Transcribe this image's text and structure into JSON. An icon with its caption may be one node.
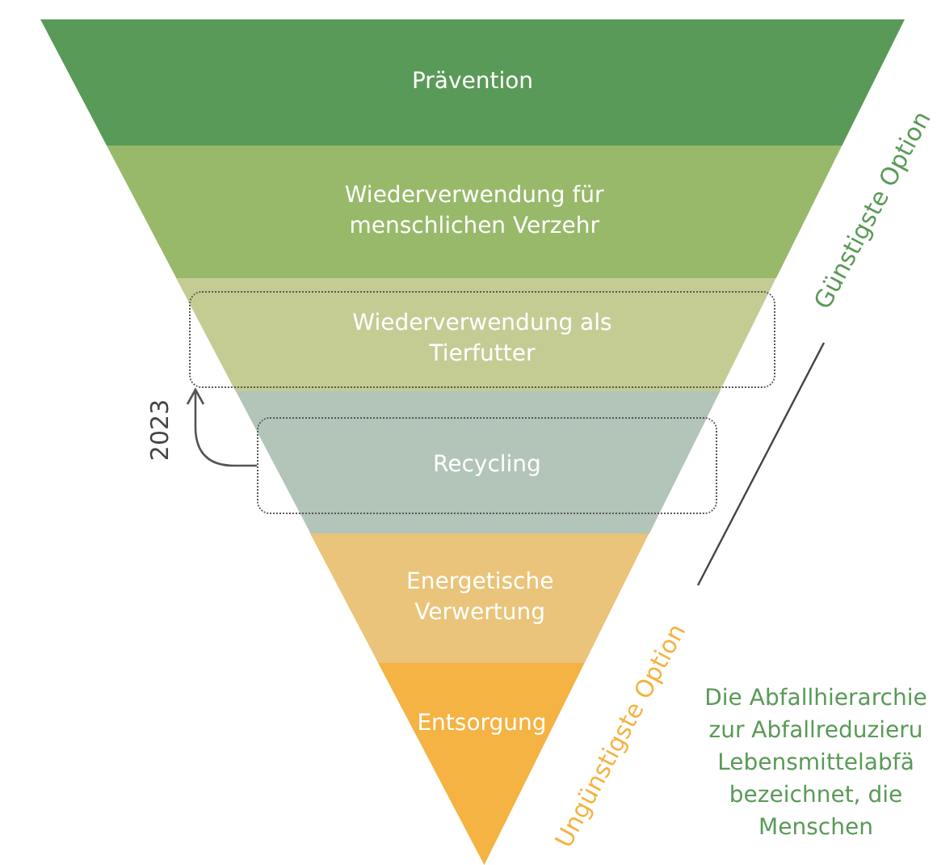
{
  "diagram": {
    "nodes": [
      {
        "text": [
          "Prävention"
        ]
      },
      {
        "text": [
          "Wiederverwendung für menschlichen Verzehr"
        ]
      },
      {
        "text": [],
        "shape": "bar"
      },
      {
        "text": [
          "Wiederverwendung als Tierfutter"
        ],
        "in": 2
      },
      {
        "text": [],
        "shape": "bar"
      },
      {
        "text": [
          "Recycling"
        ],
        "in": 4
      },
      {
        "text": [
          "Energetische Verwertung"
        ]
      },
      {
        "text": [
          "Entsorgung"
        ]
      }
    ],
    "edges": [
      {
        "from": 5,
        "to": 3,
        "arrow": "to",
        "label": "2023"
      }
    ],
    "labels": [
      "Günstigste Option",
      "Ungünstigste Option",
      "Die Abfallhierarchie zur Abfallreduzieru Lebensmittelabfä bezeichnet, die Menschen"
    ]
  }
}
